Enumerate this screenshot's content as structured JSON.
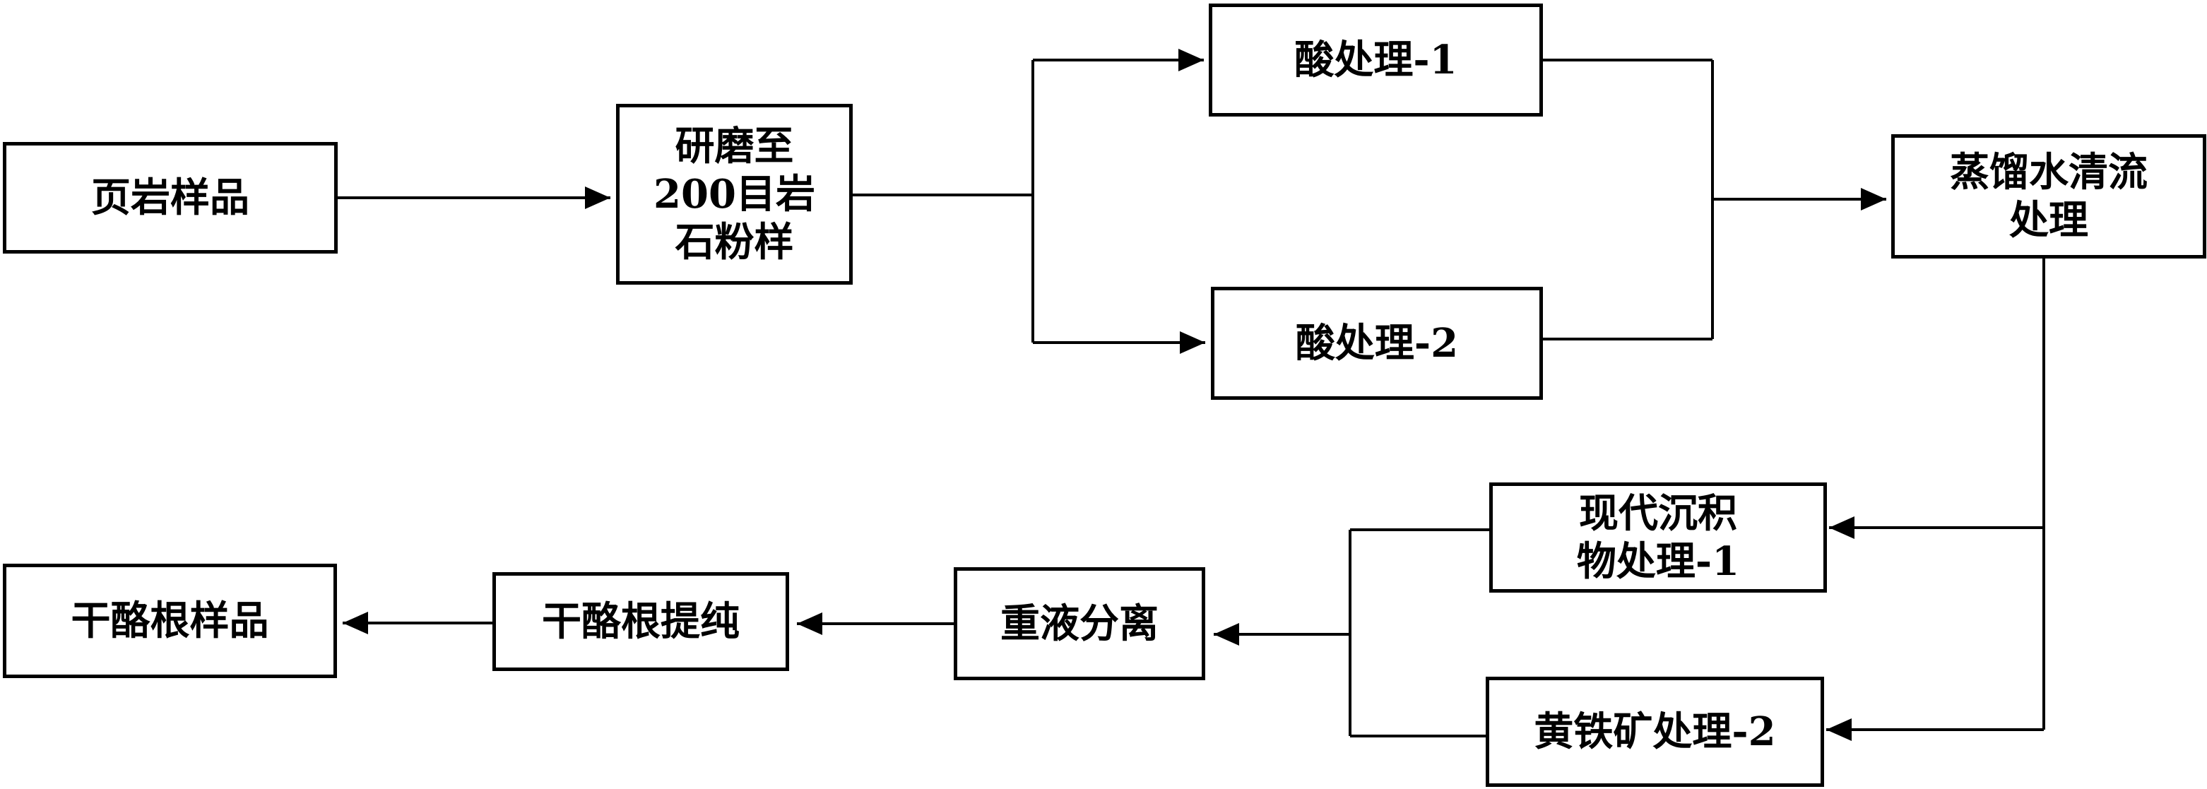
{
  "nodes": {
    "shale_sample": "页岩样品",
    "grinding": "研磨至\n200目岩\n石粉样",
    "acid_1": "酸处理-1",
    "acid_2": "酸处理-2",
    "distilled_water": "蒸馏水清流\n处理",
    "modern_sediment": "现代沉积\n物处理-1",
    "pyrite": "黄铁矿处理-2",
    "heavy_liquid": "重液分离",
    "kerogen_purify": "干酪根提纯",
    "kerogen_sample": "干酪根样品"
  }
}
